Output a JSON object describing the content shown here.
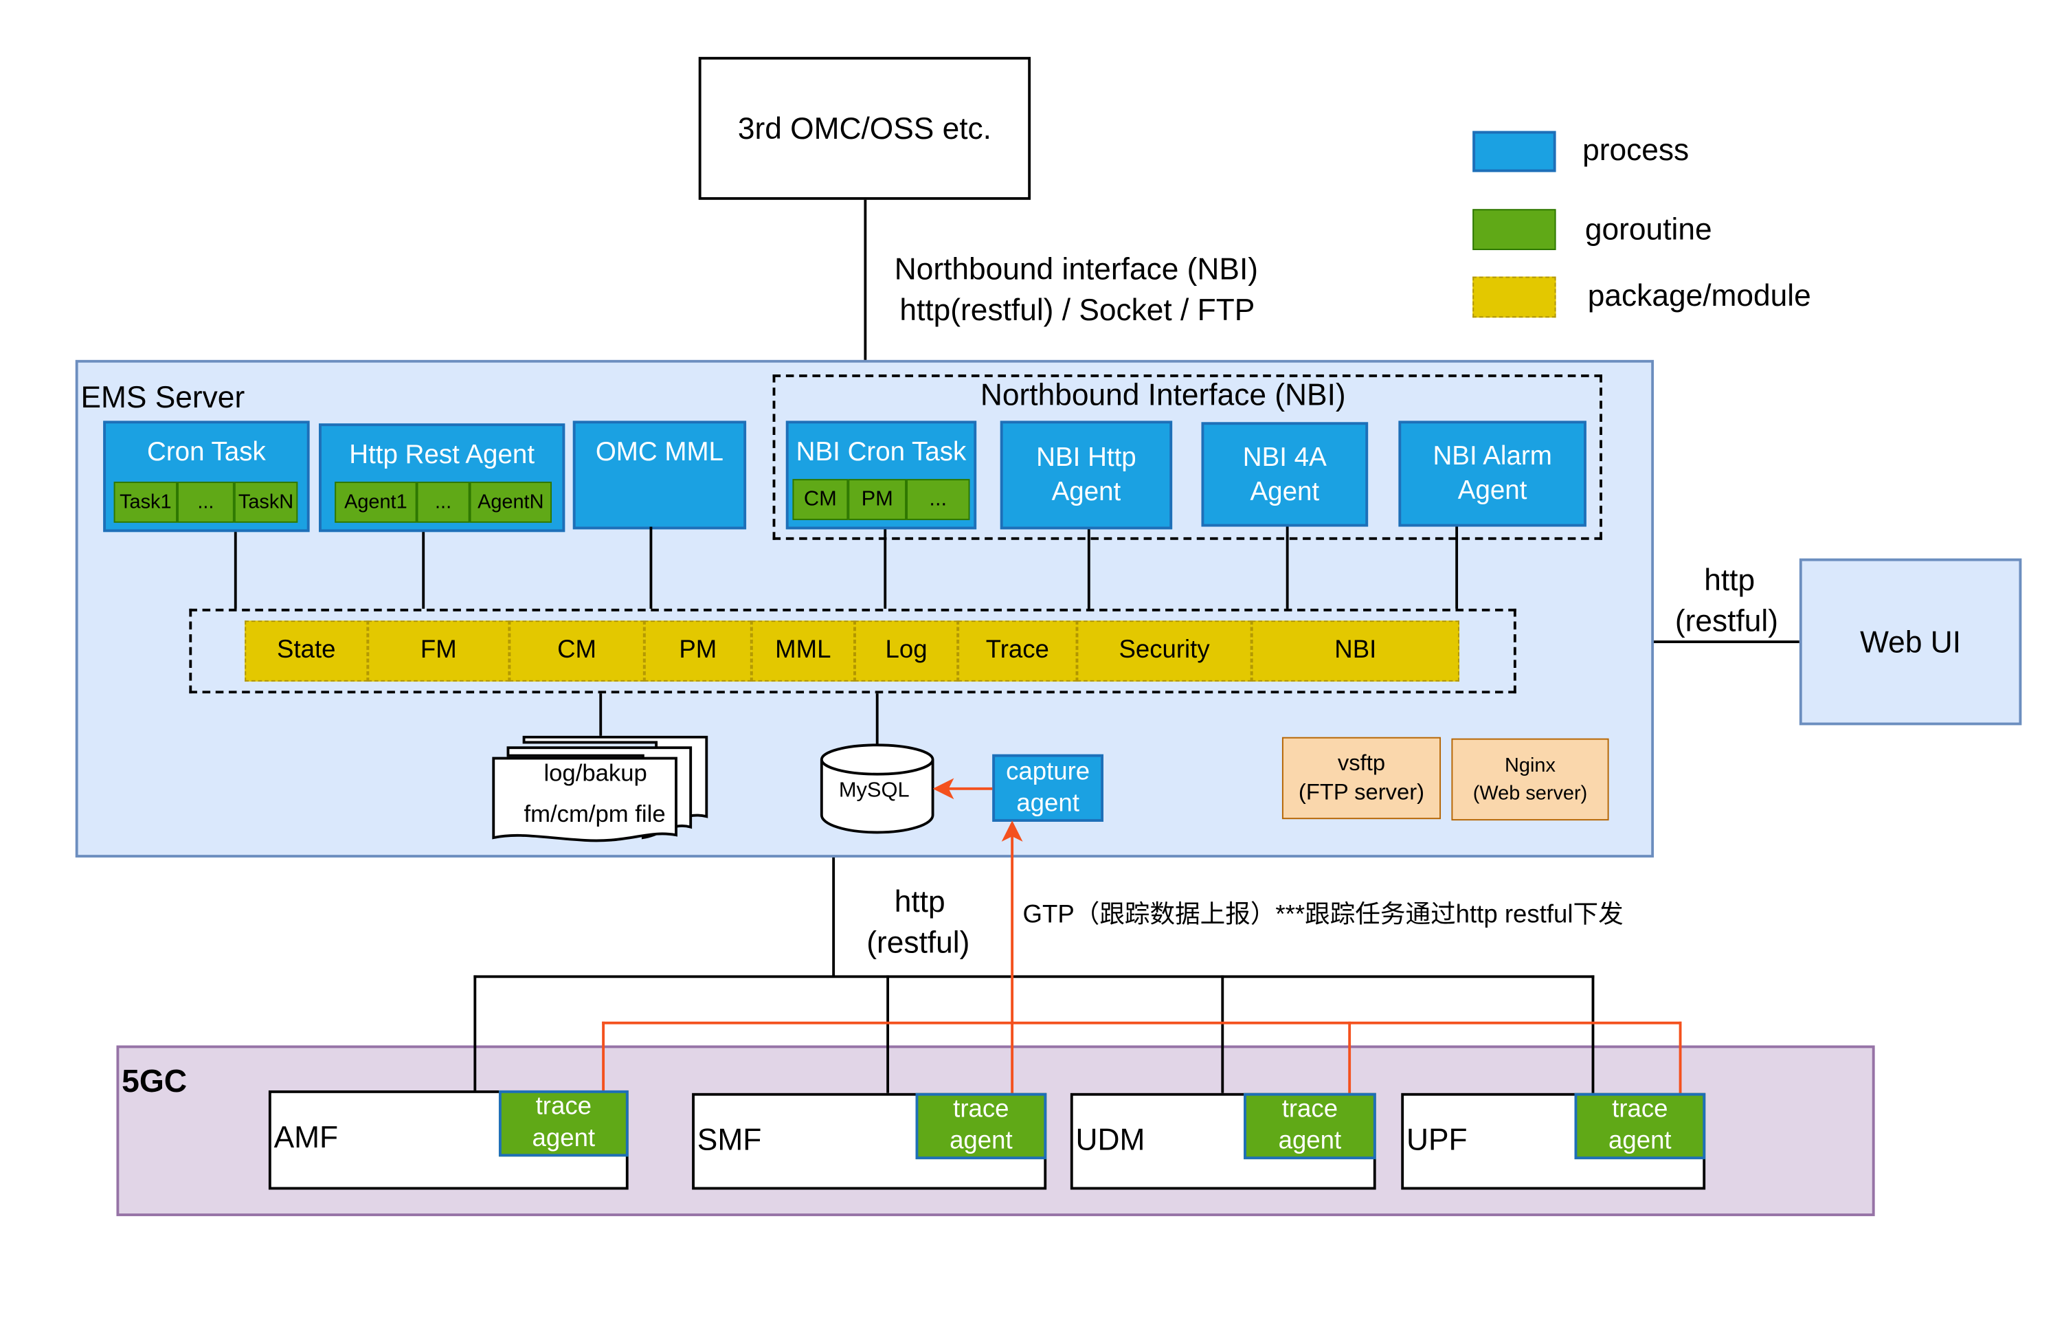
{
  "omc": {
    "label": "3rd OMC/OSS etc."
  },
  "nbi_link": {
    "line1": "Northbound interface (NBI)",
    "line2": "http(restful) / Socket / FTP"
  },
  "legend": {
    "process": "process",
    "goroutine": "goroutine",
    "package": "package/module"
  },
  "ems": {
    "title": "EMS Server",
    "cron_task": {
      "label": "Cron Task",
      "items": [
        "Task1",
        "...",
        "TaskN"
      ]
    },
    "http_rest_agent": {
      "label": "Http Rest Agent",
      "items": [
        "Agent1",
        "...",
        "AgentN"
      ]
    },
    "omc_mml": {
      "label": "OMC MML"
    },
    "nbi_group": {
      "title": "Northbound Interface (NBI)",
      "cron_task": {
        "label": "NBI Cron Task",
        "items": [
          "CM",
          "PM",
          "..."
        ]
      },
      "http_agent": {
        "line1": "NBI Http",
        "line2": "Agent"
      },
      "4a_agent": {
        "line1": "NBI 4A",
        "line2": "Agent"
      },
      "alarm_agent": {
        "line1": "NBI Alarm",
        "line2": "Agent"
      }
    },
    "modules": [
      "State",
      "FM",
      "CM",
      "PM",
      "MML",
      "Log",
      "Trace",
      "Security",
      "NBI"
    ],
    "files": {
      "line1": "log/bakup",
      "line2": "fm/cm/pm file"
    },
    "mysql": "MySQL",
    "capture_agent": {
      "line1": "capture",
      "line2": "agent"
    },
    "vsftp": {
      "line1": "vsftp",
      "line2": "(FTP server)"
    },
    "nginx": {
      "line1": "Nginx",
      "line2": "(Web server)"
    }
  },
  "webui": {
    "label": "Web UI",
    "link_line1": "http",
    "link_line2": "(restful)"
  },
  "south_link": {
    "line1": "http",
    "line2": "(restful)"
  },
  "gtp_label": "GTP（跟踪数据上报）***跟踪任务通过http restful下发",
  "fivegc": {
    "title": "5GC",
    "nodes": [
      {
        "name": "AMF",
        "agent_line1": "trace",
        "agent_line2": "agent"
      },
      {
        "name": "SMF",
        "agent_line1": "trace",
        "agent_line2": "agent"
      },
      {
        "name": "UDM",
        "agent_line1": "trace",
        "agent_line2": "agent"
      },
      {
        "name": "UPF",
        "agent_line1": "trace",
        "agent_line2": "agent"
      }
    ]
  },
  "colors": {
    "process": "#1ba1e2",
    "goroutine": "#60a917",
    "package": "#e3c800",
    "ems_bg": "#dae8fc",
    "fivegc_bg": "#e1d5e7",
    "server_bg": "#fad7ac",
    "trace_line": "#f4511e"
  }
}
